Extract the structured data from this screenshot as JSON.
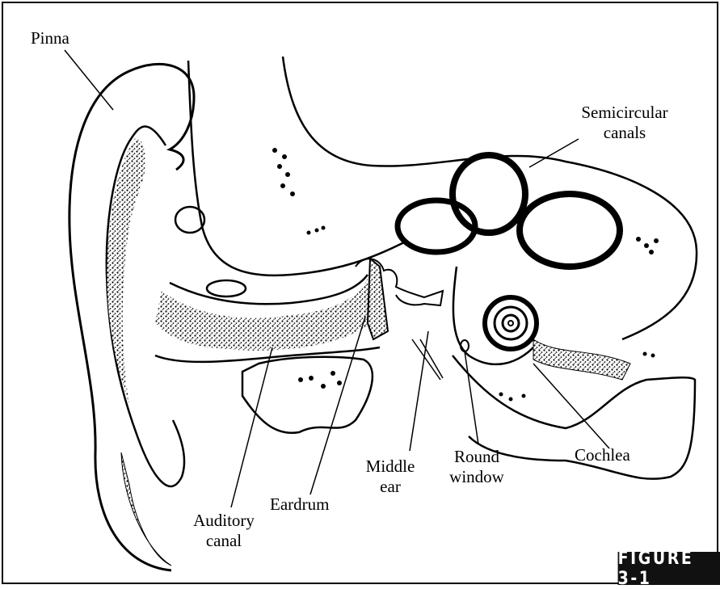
{
  "labels": {
    "pinna": "Pinna",
    "semicircular_line1": "Semicircular",
    "semicircular_line2": "canals",
    "cochlea": "Cochlea",
    "round_window_line1": "Round",
    "round_window_line2": "window",
    "middle_ear_line1": "Middle",
    "middle_ear_line2": "ear",
    "eardrum": "Eardrum",
    "auditory_line1": "Auditory",
    "auditory_line2": "canal"
  },
  "figure_label": "FIGURE 3-1",
  "colors": {
    "ink": "#000000",
    "paper": "#ffffff",
    "badge": "#111111"
  }
}
